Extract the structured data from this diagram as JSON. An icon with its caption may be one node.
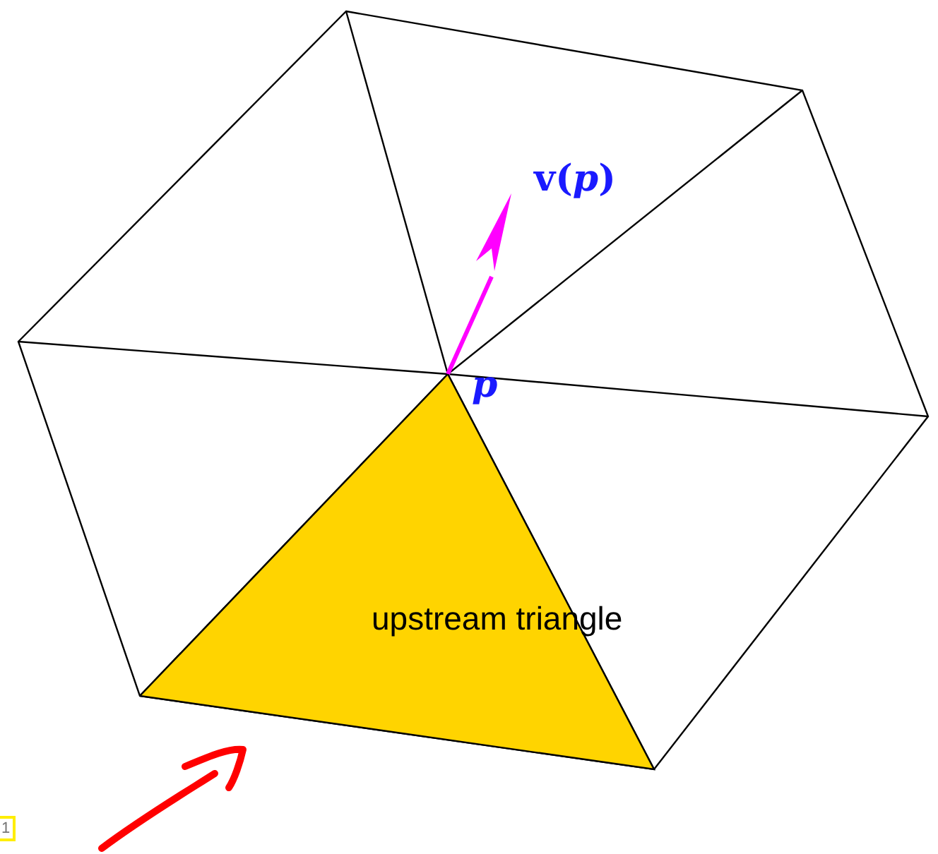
{
  "diagram": {
    "nodes": [
      {
        "text": [
          "upstream triangle"
        ]
      }
    ],
    "labels": [
      "v(*p*)",
      "p",
      "1"
    ]
  }
}
